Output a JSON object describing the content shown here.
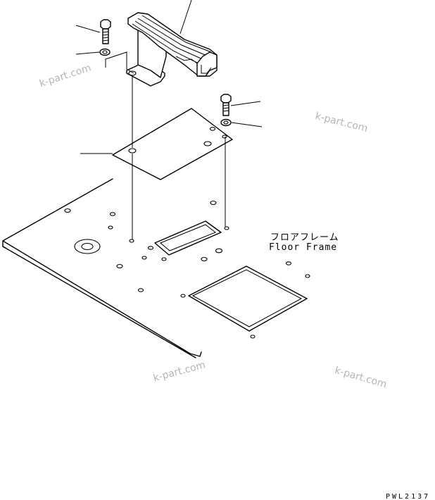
{
  "labels": {
    "floor_frame_jp": "フロアフレーム",
    "floor_frame_en": "Floor Frame"
  },
  "watermark": "k-part.com",
  "drawing_code": "PWL2137",
  "colors": {
    "line": "#000000",
    "watermark": "#b5b5b5",
    "background": "#ffffff"
  }
}
